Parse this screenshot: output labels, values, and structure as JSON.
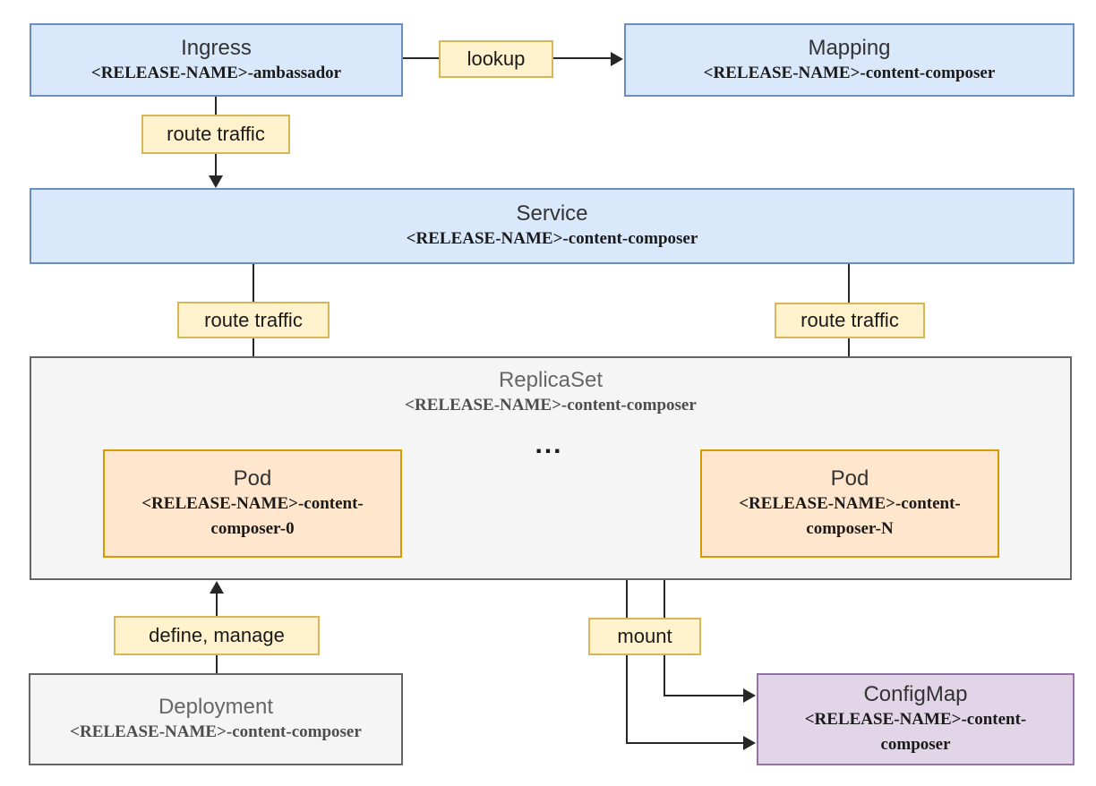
{
  "colors": {
    "blue_fill": "#dae8fc",
    "blue_stroke": "#6c8ebf",
    "yellow_fill": "#fff2cc",
    "yellow_stroke": "#d6b656",
    "orange_fill": "#ffe6cc",
    "orange_stroke": "#d79b00",
    "gray_fill": "#f5f5f5",
    "gray_stroke": "#666666",
    "purple_fill": "#e1d5e7",
    "purple_stroke": "#9673a6",
    "line_color": "#262626",
    "title_color": "#333333",
    "subtitle_color": "#1a1a1a",
    "gray_title_color": "#666666",
    "gray_subtitle_color": "#4d4d4d"
  },
  "nodes": {
    "ingress": {
      "title": "Ingress",
      "subtitle": "<RELEASE-NAME>-ambassador"
    },
    "mapping": {
      "title": "Mapping",
      "subtitle": "<RELEASE-NAME>-content-composer"
    },
    "service": {
      "title": "Service",
      "subtitle": "<RELEASE-NAME>-content-composer"
    },
    "replicaset": {
      "title": "ReplicaSet",
      "subtitle": "<RELEASE-NAME>-content-composer"
    },
    "pod_0": {
      "title": "Pod",
      "subtitle": "<RELEASE-NAME>-content-composer-0"
    },
    "pod_n": {
      "title": "Pod",
      "subtitle": "<RELEASE-NAME>-content-composer-N"
    },
    "deployment": {
      "title": "Deployment",
      "subtitle": "<RELEASE-NAME>-content-composer"
    },
    "configmap": {
      "title": "ConfigMap",
      "subtitle": "<RELEASE-NAME>-content-composer"
    }
  },
  "edge_labels": {
    "lookup": "lookup",
    "route_traffic_top": "route traffic",
    "route_traffic_left": "route traffic",
    "route_traffic_right": "route traffic",
    "define_manage": "define, manage",
    "mount": "mount"
  },
  "ellipsis": "..."
}
